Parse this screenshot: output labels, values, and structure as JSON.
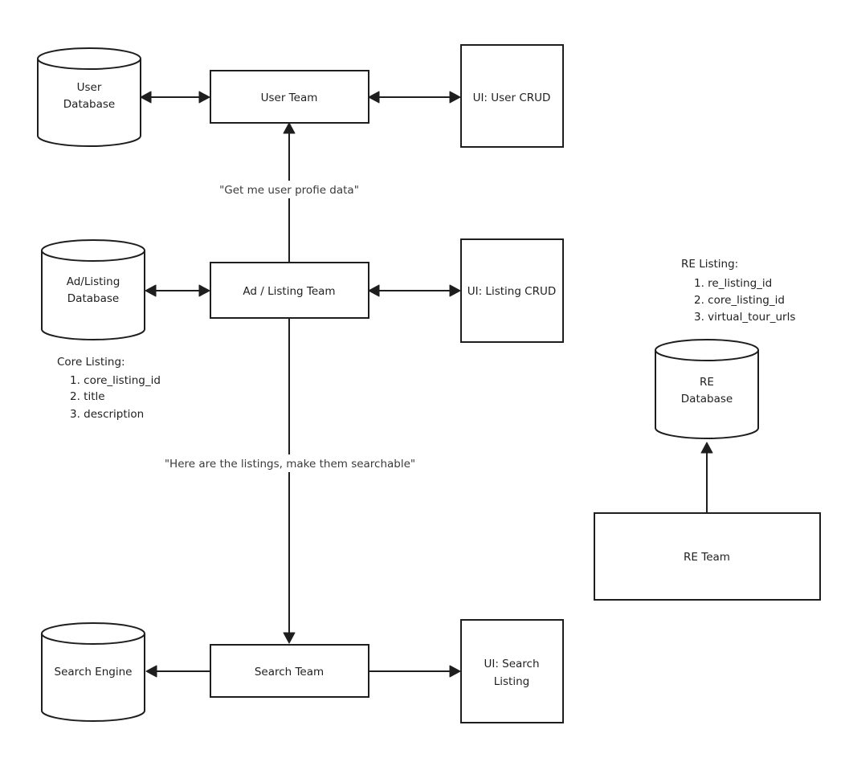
{
  "nodes": {
    "user_db": {
      "line1": "User",
      "line2": "Database"
    },
    "user_team": {
      "label": "User Team"
    },
    "ui_user_crud": {
      "label": "UI: User CRUD"
    },
    "listing_db": {
      "line1": "Ad/Listing",
      "line2": "Database"
    },
    "listing_team": {
      "label": "Ad / Listing Team"
    },
    "ui_listing_crud": {
      "label": "UI: Listing CRUD"
    },
    "search_engine": {
      "label": "Search Engine"
    },
    "search_team": {
      "label": "Search Team"
    },
    "ui_search_listing": {
      "line1": "UI: Search",
      "line2": "Listing"
    },
    "re_db": {
      "line1": "RE",
      "line2": "Database"
    },
    "re_team": {
      "label": "RE Team"
    }
  },
  "edges": {
    "user_profile": "\"Get me user profie data\"",
    "make_searchable": "\"Here are the listings, make them searchable\""
  },
  "notes": {
    "core_listing": {
      "title": "Core Listing:",
      "items": [
        "1. core_listing_id",
        "2. title",
        "3. description"
      ]
    },
    "re_listing": {
      "title": "RE Listing:",
      "items": [
        "1. re_listing_id",
        "2. core_listing_id",
        "3. virtual_tour_urls"
      ]
    }
  },
  "colors": {
    "stroke": "#1e1e1e",
    "background": "#ffffff"
  }
}
